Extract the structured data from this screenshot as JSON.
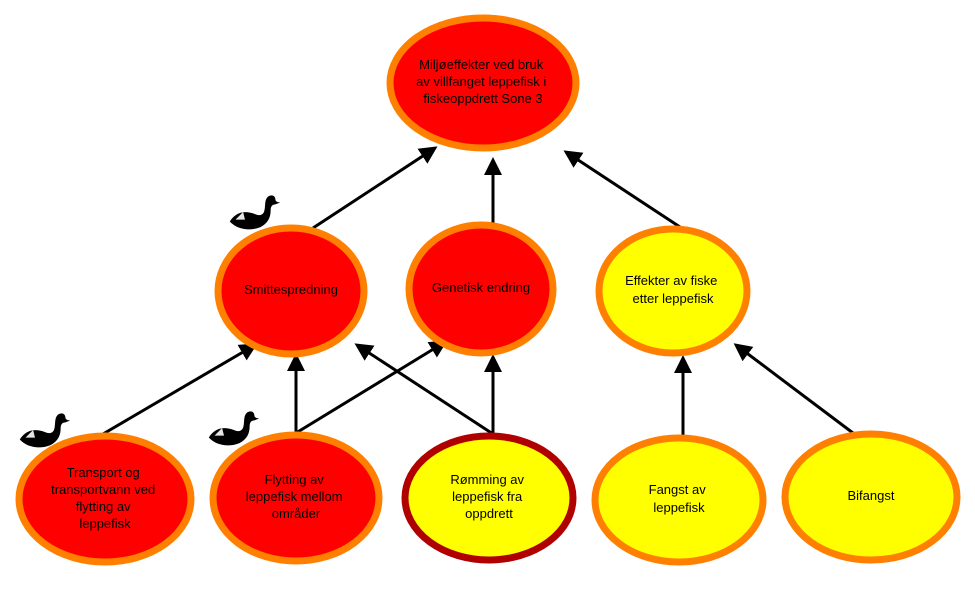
{
  "colors": {
    "red_fill": "#ff0000",
    "yellow_fill": "#ffff00",
    "orange_border": "#ff8000",
    "darkred_border": "#b00000",
    "arrow": "#000000",
    "swan": "#000000"
  },
  "nodes": {
    "root": {
      "lines": [
        "Miljøeffekter ved bruk",
        "av villfanget leppefisk i",
        "fiskeoppdrett Sone 3"
      ]
    },
    "smitte": {
      "lines": [
        "Smittespredning"
      ]
    },
    "genetisk": {
      "lines": [
        "Genetisk endring"
      ]
    },
    "effekter": {
      "lines": [
        "Effekter av fiske",
        "etter leppefisk"
      ]
    },
    "transport": {
      "lines": [
        "Transport og",
        "transportvann ved",
        "flytting av",
        "leppefisk"
      ]
    },
    "flytting": {
      "lines": [
        "Flytting av",
        "leppefisk mellom",
        "områder"
      ]
    },
    "romming": {
      "lines": [
        "Rømming av",
        "leppefisk fra",
        "oppdrett"
      ]
    },
    "fangst": {
      "lines": [
        "Fangst av",
        "leppefisk"
      ]
    },
    "bifangst": {
      "lines": [
        "Bifangst"
      ]
    }
  },
  "swan_icons": [
    "black-swan-icon",
    "black-swan-icon",
    "black-swan-icon"
  ]
}
